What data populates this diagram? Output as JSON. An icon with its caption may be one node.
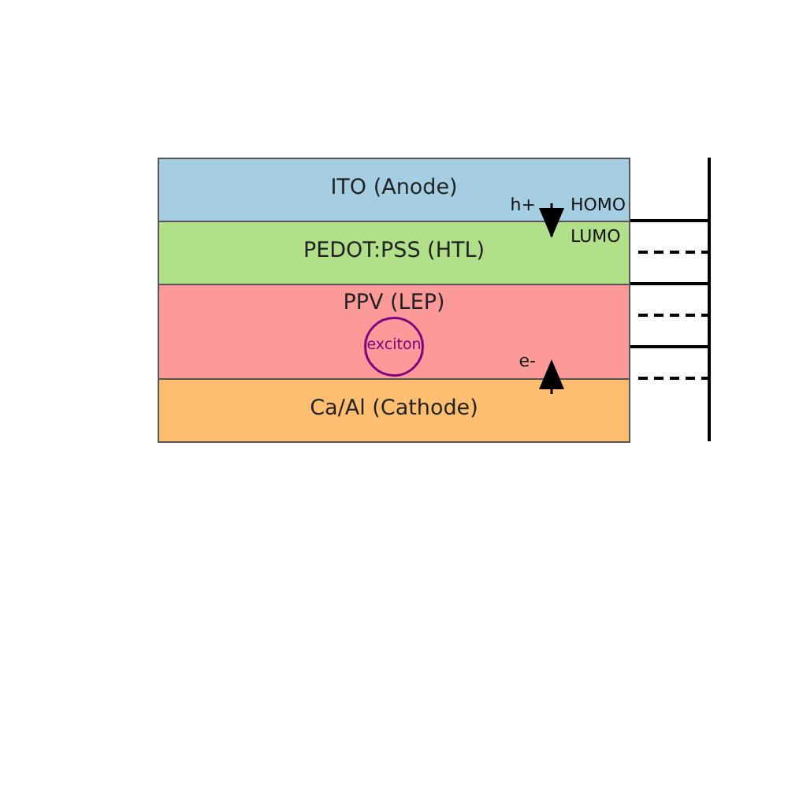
{
  "diagram": {
    "nodes": [
      {
        "text": [
          "ITO (Anode)"
        ]
      },
      {
        "text": [
          "PEDOT:PSS (HTL)"
        ]
      },
      {
        "text": [
          "PPV (LEP)"
        ]
      },
      {
        "text": [
          "Ca/Al (Cathode)"
        ]
      },
      {
        "text": [
          "exciton"
        ],
        "in": 2
      }
    ],
    "labels": [
      "h+",
      "HOMO",
      "LUMO",
      "e-"
    ]
  }
}
